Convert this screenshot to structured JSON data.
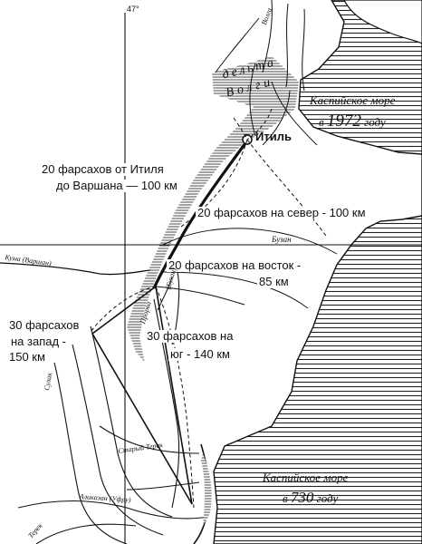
{
  "map": {
    "meridian_label": "47°",
    "caspian_1972_line1": "Каспийское море",
    "caspian_1972_prefix": "в",
    "caspian_1972_year": "1972",
    "caspian_1972_suffix": "году",
    "caspian_730_line1": "Каспийское море",
    "caspian_730_prefix": "в",
    "caspian_730_year": "730",
    "caspian_730_suffix": "году",
    "city_itil": "Итиль",
    "route_varshan_line1": "20 фарсахов от Итиля",
    "route_varshan_line2": "до Варшана — 100 км",
    "route_north": "20 фарсахов на север - 100 км",
    "route_east_line1": "20 фарсахов на восток -",
    "route_east_line2": "85 км",
    "route_west_line1": "30 фарсахов",
    "route_west_line2": "на запад -",
    "route_west_line3": "150 км",
    "route_south_line1": "30 фарсахов на",
    "route_south_line2": "юг - 140 км",
    "delta_word1": "дельта",
    "delta_word2": "Волги",
    "river_volga": "Волга",
    "river_kuma": "Кума (Варшан)",
    "river_buzan_north": "Бузан",
    "river_buzan_south": "(Бузан)",
    "river_prorva": "Прорва",
    "river_old_terek": "Старый Терек",
    "river_alikazan": "Аликазан (Уфру)",
    "river_terek": "Терек",
    "river_sulak": "Сулак"
  }
}
